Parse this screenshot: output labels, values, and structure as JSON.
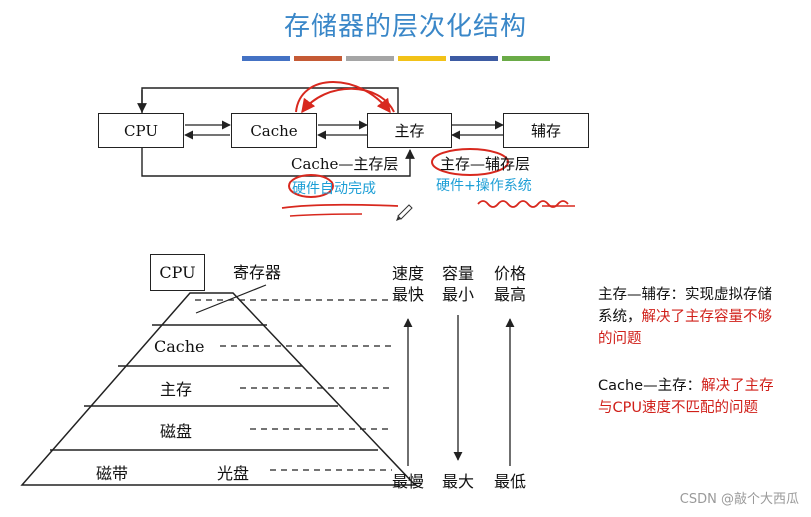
{
  "title": "存储器的层次化结构",
  "color_bars": [
    "#4472c4",
    "#c55a35",
    "#a5a5a5",
    "#f2c218",
    "#3d5ba3",
    "#6aab47"
  ],
  "flow": {
    "boxes": {
      "cpu": "CPU",
      "cache": "Cache",
      "main": "主存",
      "aux": "辅存"
    },
    "layer_cache_main": "Cache—主存层",
    "layer_main_aux": "主存—辅存层",
    "note_hw_auto": "硬件自动完成",
    "note_hw_os": "硬件+操作系统"
  },
  "pyramid": {
    "top": "CPU",
    "register": "寄存器",
    "levels": [
      "Cache",
      "主存",
      "磁盘"
    ],
    "bottom_left": "磁带",
    "bottom_right": "光盘"
  },
  "columns": [
    {
      "header": [
        "速度",
        "最快"
      ],
      "footer": "最慢"
    },
    {
      "header": [
        "容量",
        "最小"
      ],
      "footer": "最大"
    },
    {
      "header": [
        "价格",
        "最高"
      ],
      "footer": "最低"
    }
  ],
  "side_notes": {
    "n1_prefix": "主存—辅存：实现虚拟存储系统，",
    "n1_red": "解决了主存容量不够的问题",
    "n2_prefix": "Cache—主存：",
    "n2_red": "解决了主存与CPU速度不匹配的问题"
  },
  "watermark": "CSDN @敲个大西瓜"
}
